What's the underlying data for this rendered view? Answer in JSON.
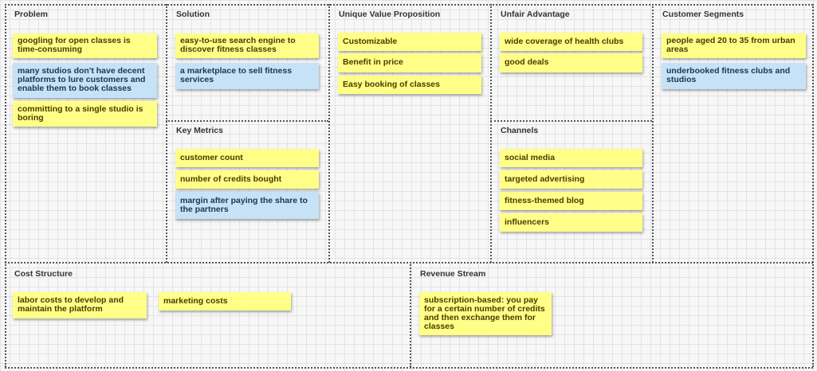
{
  "colors": {
    "note_yellow": "#ffff88",
    "note_blue": "#c6e2f7",
    "grid": "#e3e3e3",
    "divider": "#555555"
  },
  "sections": {
    "problem": {
      "title": "Problem",
      "notes": [
        "googling for open classes is time-consuming",
        "many studios don't have decent platforms to lure customers and enable them to book classes",
        "committing to a single studio is boring"
      ]
    },
    "solution": {
      "title": "Solution",
      "notes": [
        "easy-to-use search engine to discover fitness classes",
        "a marketplace to sell fitness services"
      ]
    },
    "key_metrics": {
      "title": "Key Metrics",
      "notes": [
        "customer count",
        "number of credits bought",
        "margin after paying the share to the partners"
      ]
    },
    "uvp": {
      "title": "Unique Value Proposition",
      "notes": [
        "Customizable",
        "Benefit in price",
        "Easy booking of classes"
      ]
    },
    "unfair_advantage": {
      "title": "Unfair Advantage",
      "notes": [
        "wide coverage of health clubs",
        "good deals"
      ]
    },
    "channels": {
      "title": "Channels",
      "notes": [
        "social media",
        "targeted advertising",
        "fitness-themed blog",
        "influencers"
      ]
    },
    "customer_segments": {
      "title": "Customer Segments",
      "notes": [
        "people aged 20 to 35 from urban areas",
        "underbooked fitness clubs and studios"
      ]
    },
    "cost_structure": {
      "title": "Cost Structure",
      "notes": [
        "labor costs to develop and maintain the platform",
        "marketing costs"
      ]
    },
    "revenue_stream": {
      "title": "Revenue Stream",
      "notes": [
        "subscription-based: you pay for a certain number of credits and then exchange them for classes"
      ]
    }
  }
}
